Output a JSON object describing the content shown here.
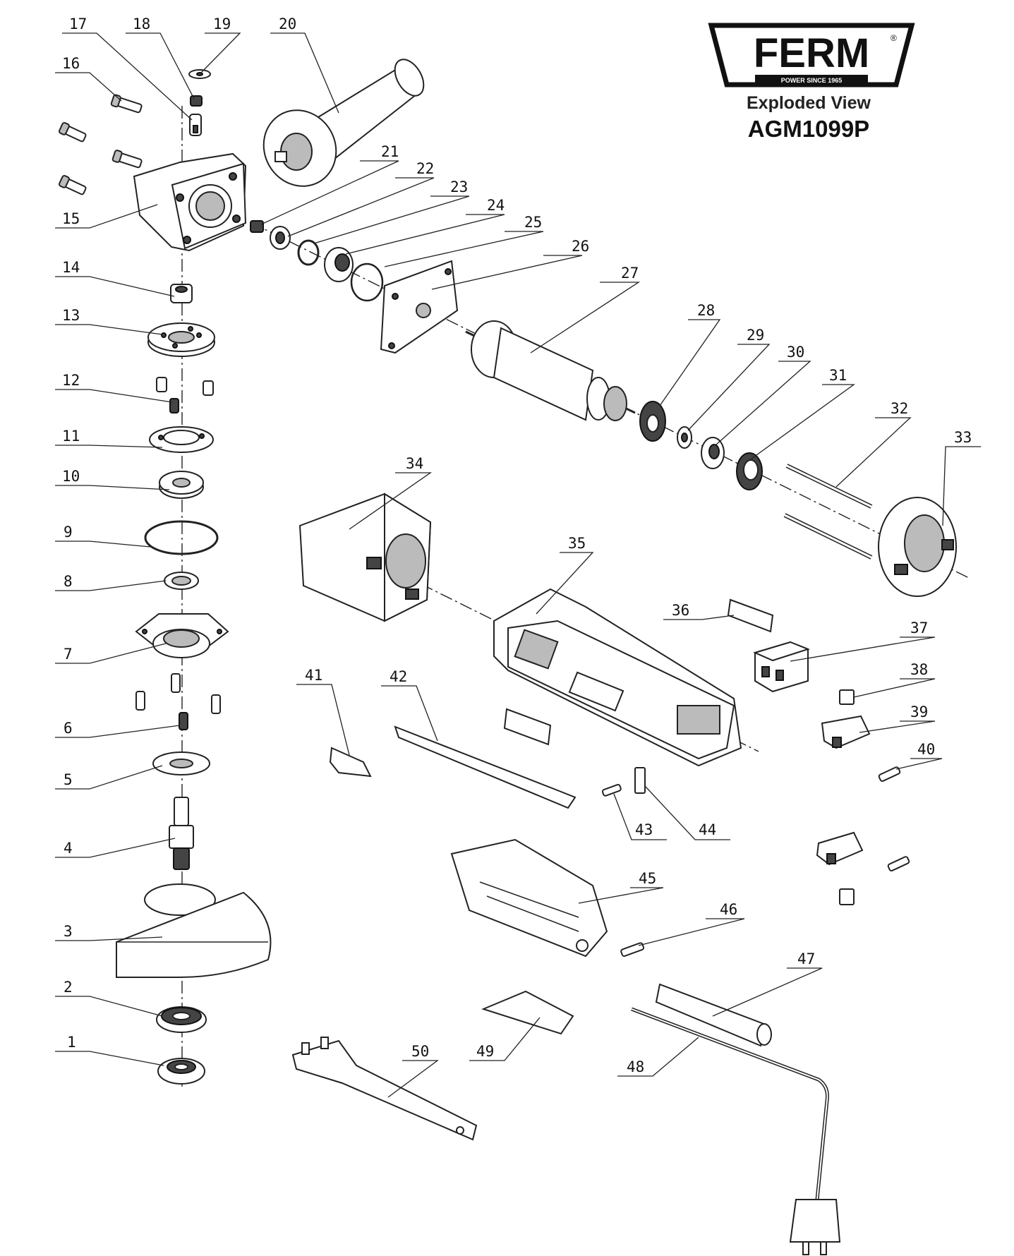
{
  "brand": {
    "name": "FERM",
    "slogan": "POWER SINCE 1965",
    "registered": "®"
  },
  "heading": {
    "view": "Exploded View",
    "model": "AGM1099P"
  },
  "parts": [
    "1",
    "2",
    "3",
    "4",
    "5",
    "6",
    "7",
    "8",
    "9",
    "10",
    "11",
    "12",
    "13",
    "14",
    "15",
    "16",
    "17",
    "18",
    "19",
    "20",
    "21",
    "22",
    "23",
    "24",
    "25",
    "26",
    "27",
    "28",
    "29",
    "30",
    "31",
    "32",
    "33",
    "34",
    "35",
    "36",
    "37",
    "38",
    "39",
    "40",
    "41",
    "42",
    "43",
    "44",
    "45",
    "46",
    "47",
    "48",
    "49",
    "50"
  ]
}
